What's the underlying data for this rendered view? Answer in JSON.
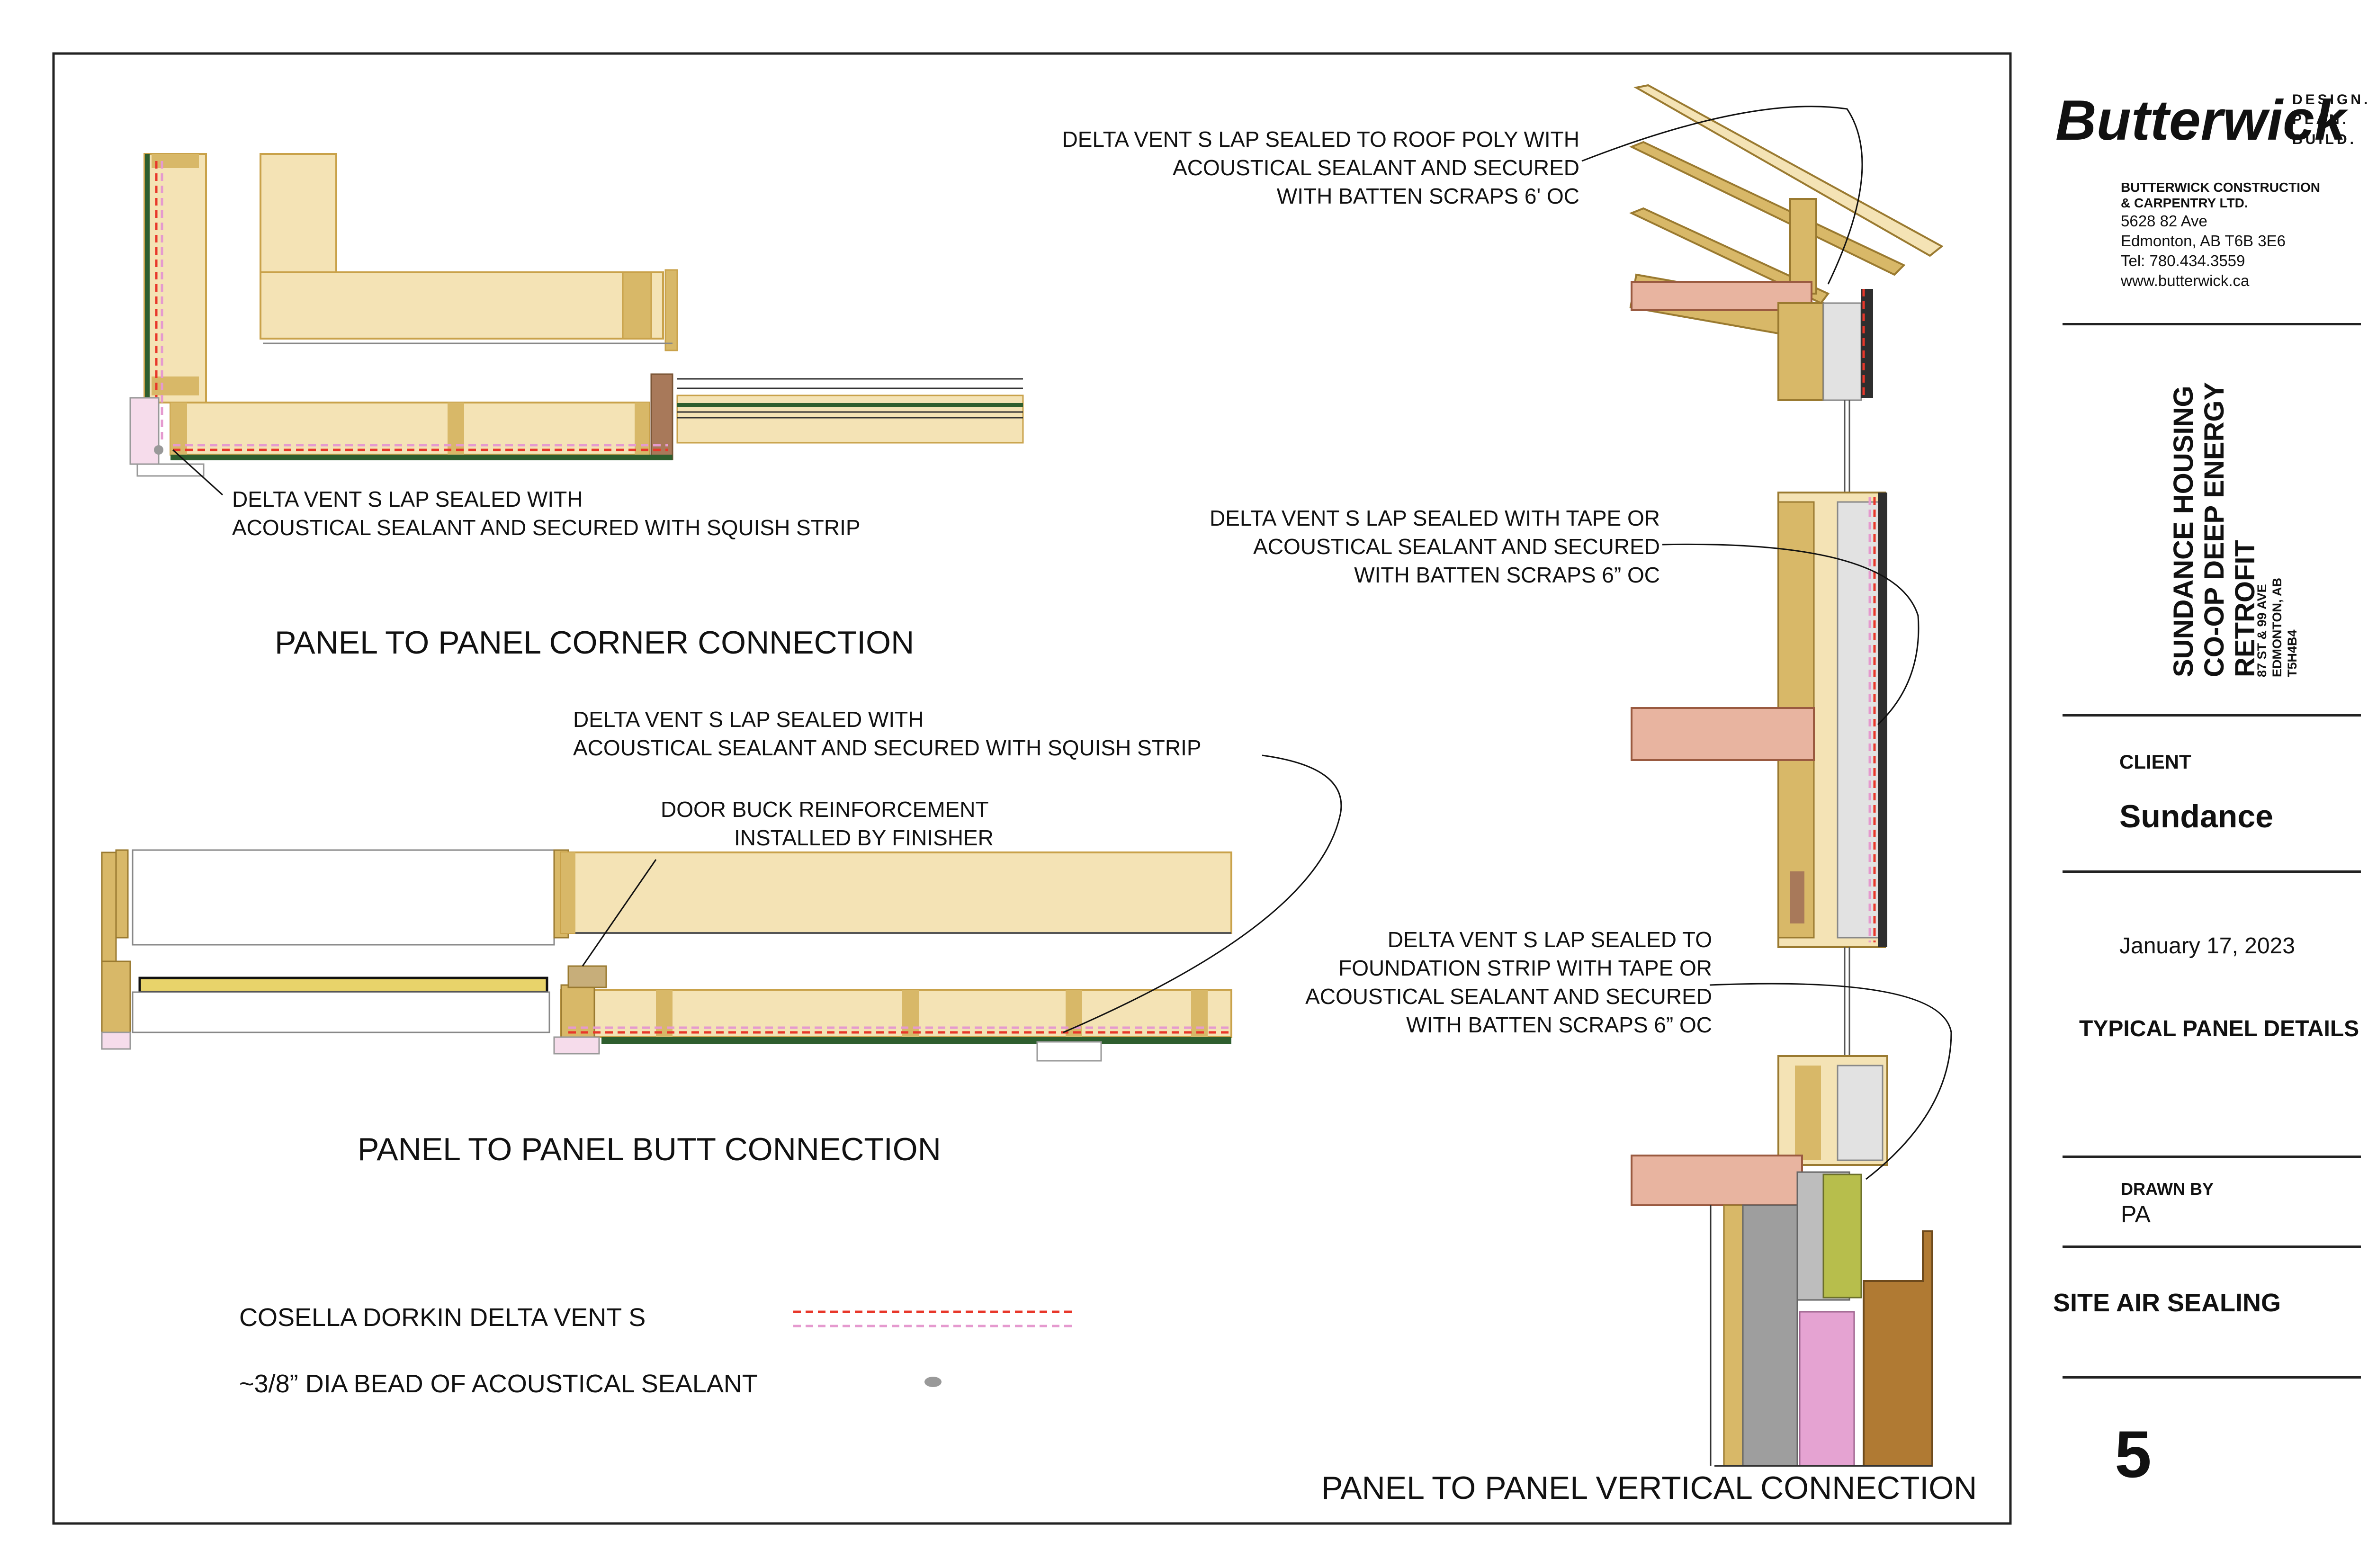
{
  "company": {
    "name": "Butterwick",
    "tagline_lines": [
      "DESIGN.",
      "PLAN.",
      "BUILD."
    ],
    "address_lines": [
      "BUTTERWICK CONSTRUCTION",
      "& CARPENTRY LTD.",
      "5628 82 Ave",
      "Edmonton, AB T6B 3E6",
      "Tel: 780.434.3559",
      "www.butterwick.ca"
    ]
  },
  "project": {
    "title_lines": [
      "SUNDANCE HOUSING",
      "CO-OP DEEP ENERGY",
      "RETROFIT"
    ],
    "address_lines": [
      "87 ST & 99 AVE",
      "EDMONTON, AB",
      "T5H4B4"
    ]
  },
  "title_block": {
    "client_label": "CLIENT",
    "client_value": "Sundance",
    "date": "January 17, 2023",
    "sheet_title": "TYPICAL PANEL DETAILS",
    "drawn_by_label": "DRAWN BY",
    "drawn_by_value": "PA",
    "sheet_subtitle": "SITE AIR SEALING",
    "sheet_number": "5"
  },
  "details": {
    "corner": {
      "title": "PANEL TO PANEL CORNER CONNECTION",
      "note_lines": [
        "DELTA VENT S LAP SEALED WITH",
        "ACOUSTICAL SEALANT AND SECURED WITH SQUISH STRIP"
      ]
    },
    "butt": {
      "title": "PANEL TO PANEL BUTT CONNECTION",
      "note_lines": [
        "DELTA VENT S LAP SEALED WITH",
        "ACOUSTICAL SEALANT AND SECURED WITH SQUISH STRIP"
      ],
      "door_note_lines": [
        "DOOR BUCK REINFORCEMENT",
        "INSTALLED BY FINISHER"
      ]
    },
    "vertical": {
      "title": "PANEL TO PANEL VERTICAL CONNECTION",
      "roof_note_lines": [
        "DELTA VENT S LAP SEALED TO ROOF POLY WITH",
        "ACOUSTICAL SEALANT AND SECURED",
        "WITH BATTEN SCRAPS 6' OC"
      ],
      "wall_note_lines": [
        "DELTA VENT S LAP SEALED WITH TAPE OR",
        "ACOUSTICAL SEALANT AND SECURED",
        "WITH BATTEN SCRAPS 6” OC"
      ],
      "foundation_note_lines": [
        "DELTA VENT S LAP SEALED TO",
        "FOUNDATION STRIP WITH TAPE OR",
        "ACOUSTICAL SEALANT AND SECURED",
        "WITH BATTEN SCRAPS 6” OC"
      ]
    }
  },
  "legend": {
    "items": [
      {
        "label": "COSELLA DORKIN DELTA VENT S",
        "symbol": "dashed-double-line"
      },
      {
        "label": "~3/8” DIA BEAD OF ACOUSTICAL SEALANT",
        "symbol": "grey-oval"
      }
    ]
  },
  "colors": {
    "lumber": "#F4E3B5",
    "lumber_edge": "#C9A24A",
    "stud": "#D8B868",
    "insulation": "#E2E2E2",
    "membrane_red": "#E8372A",
    "membrane_pink": "#E59ACF",
    "green_sheathing": "#2E5E2E",
    "concrete": "#9E9E9E",
    "pink_insulation": "#E5A3D2",
    "brown": "#B07A33",
    "olive": "#B7BE4C",
    "dark_wood": "#A8795A"
  }
}
